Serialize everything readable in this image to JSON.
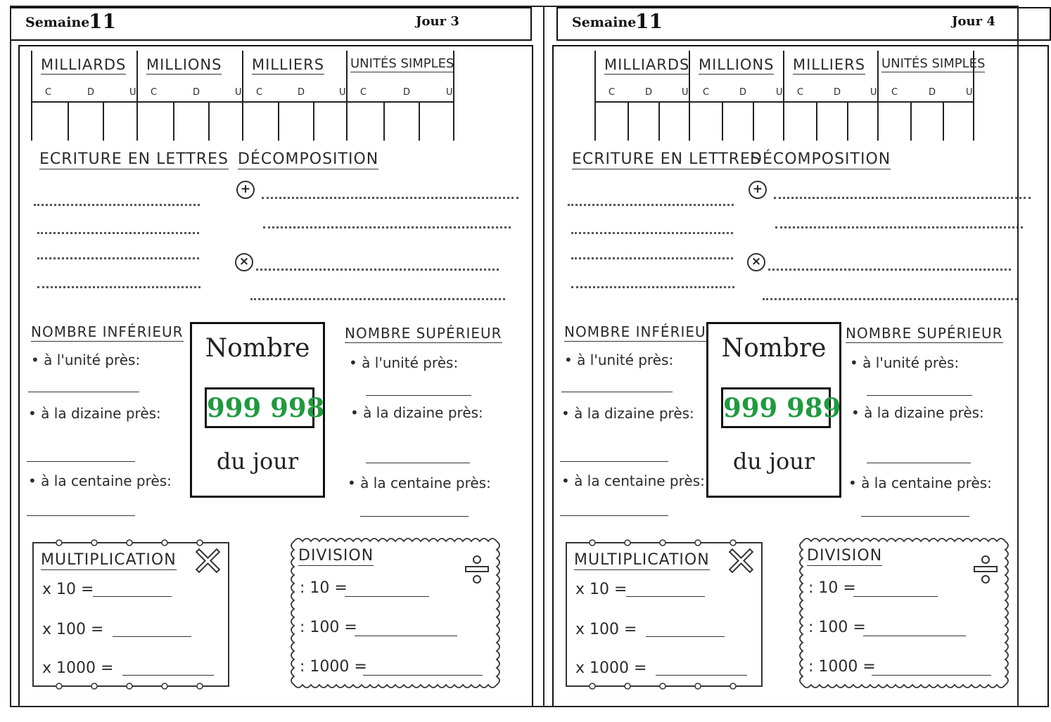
{
  "pages": [
    {
      "semaine_label": "Semaine",
      "semaine_num": "11",
      "jour_label": "Jour 3",
      "number": "999 998"
    },
    {
      "semaine_label": "Semaine",
      "semaine_num": "11",
      "jour_label": "Jour 4",
      "number": "999 989"
    }
  ],
  "place_value": {
    "groups": [
      "MILLIARDS",
      "MILLIONS",
      "MILLIERS",
      "UNITÉS SIMPLES"
    ],
    "sub": [
      "C",
      "D",
      "U"
    ]
  },
  "sections": {
    "ecriture": "ECRITURE EN LETTRES",
    "decomposition": "DÉCOMPOSITION",
    "plus_symbol": "+",
    "times_symbol": "×",
    "inferieur": "NOMBRE INFÉRIEUR",
    "superieur": "NOMBRE SUPÉRIEUR",
    "unite": "• à l'unité près:",
    "dizaine": "• à la dizaine près:",
    "centaine": "• à la centaine près:",
    "nombre": "Nombre",
    "du_jour": "du jour",
    "multiplication": "MULTIPLICATION",
    "division": "DIVISION",
    "mult_lines": [
      "x 10 =",
      "x 100 =",
      "x 1000 ="
    ],
    "div_lines": [
      ": 10 =",
      ": 100 =",
      ": 1000 ="
    ]
  }
}
